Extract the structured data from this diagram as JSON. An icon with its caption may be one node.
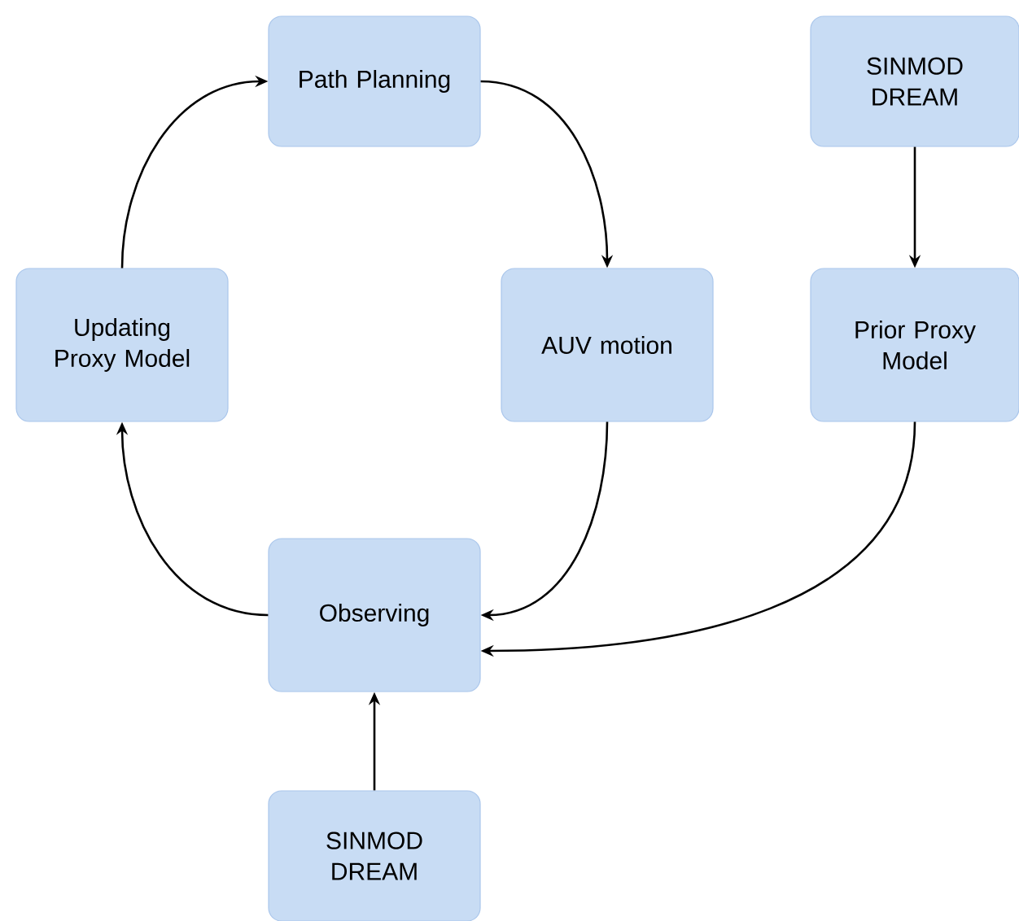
{
  "diagram": {
    "nodes": [
      {
        "text": [
          "Path Planning"
        ]
      },
      {
        "text": [
          "SINMOD DREAM"
        ]
      },
      {
        "text": [
          "Updating Proxy Model"
        ]
      },
      {
        "text": [
          "AUV motion"
        ]
      },
      {
        "text": [
          "Prior Proxy Model"
        ]
      },
      {
        "text": [
          "Observing"
        ]
      },
      {
        "text": [
          "SINMOD DREAM"
        ]
      }
    ],
    "edges": [
      {
        "from": 0,
        "to": 3,
        "arrow": "to"
      },
      {
        "from": 1,
        "to": 4,
        "arrow": "to"
      },
      {
        "from": 2,
        "to": 0,
        "arrow": "to"
      },
      {
        "from": 3,
        "to": 5,
        "arrow": "to"
      },
      {
        "from": 4,
        "to": 5,
        "arrow": "to"
      },
      {
        "from": 5,
        "to": 2,
        "arrow": "to"
      },
      {
        "from": 6,
        "to": 5,
        "arrow": "to"
      }
    ]
  }
}
